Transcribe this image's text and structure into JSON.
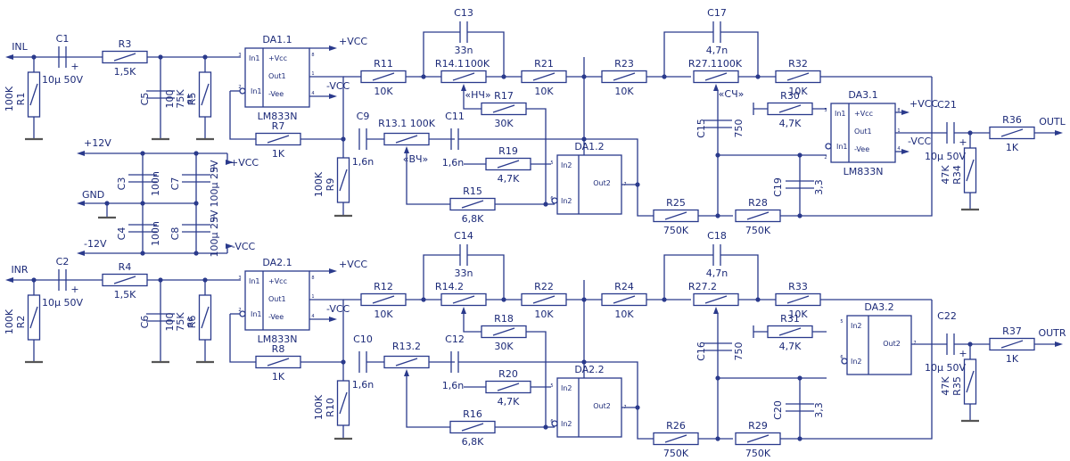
{
  "signals": {
    "inl": "INL",
    "inr": "INR",
    "outl": "OUTL",
    "outr": "OUTR",
    "p12": "+12V",
    "m12": "-12V",
    "gnd": "GND",
    "pvcc": "+VCC",
    "mvcc": "-VCC"
  },
  "ic_pins": {
    "in1": "In1",
    "in2": "In2",
    "vcc": "+Vcc",
    "vee": "-Vee",
    "out1": "Out1",
    "out2": "Out2"
  },
  "ics": {
    "da11": "DA1.1",
    "da21": "DA2.1",
    "da12": "DA1.2",
    "da22": "DA2.2",
    "da31": "DA3.1",
    "da32": "DA3.2",
    "lm833n": "LM833N"
  },
  "res": {
    "r1": [
      "R1",
      "100K"
    ],
    "r2": [
      "R2",
      "100K"
    ],
    "r3": [
      "R3",
      "1,5K"
    ],
    "r4": [
      "R4",
      "1,5K"
    ],
    "r5": [
      "R5",
      "75K"
    ],
    "r6": [
      "R6",
      "75K"
    ],
    "r7": [
      "R7",
      "1K"
    ],
    "r8": [
      "R8",
      "1K"
    ],
    "r9": [
      "R9",
      "100K"
    ],
    "r10": [
      "R10",
      "100K"
    ],
    "r11": [
      "R11",
      "10K"
    ],
    "r12": [
      "R12",
      "10K"
    ],
    "r131": [
      "R13.1 100K",
      "«ВЧ»"
    ],
    "r132": [
      "R13.2",
      ""
    ],
    "r141": [
      "R14.1",
      "100K"
    ],
    "r142": [
      "R14.2",
      ""
    ],
    "nch": "«НЧ»",
    "r15": [
      "R15",
      "6,8K"
    ],
    "r16": [
      "R16",
      "6,8K"
    ],
    "r17": [
      "R17",
      "30K"
    ],
    "r18": [
      "R18",
      "30K"
    ],
    "r19": [
      "R19",
      "4,7K"
    ],
    "r20": [
      "R20",
      "4,7K"
    ],
    "r21": [
      "R21",
      "10K"
    ],
    "r22": [
      "R22",
      "10K"
    ],
    "r23": [
      "R23",
      "10K"
    ],
    "r24": [
      "R24",
      "10K"
    ],
    "r25": [
      "R25",
      "750K"
    ],
    "r26": [
      "R26",
      "750K"
    ],
    "r271": [
      "R27.1",
      "100K"
    ],
    "r272": [
      "R27.2",
      ""
    ],
    "sch": "«СЧ»",
    "r28": [
      "R28",
      "750K"
    ],
    "r29": [
      "R29",
      "750K"
    ],
    "r30": [
      "R30",
      "4,7K"
    ],
    "r31": [
      "R31",
      "4,7K"
    ],
    "r32": [
      "R32",
      "10K"
    ],
    "r33": [
      "R33",
      "10K"
    ],
    "r34": [
      "R34",
      "47K"
    ],
    "r35": [
      "R35",
      "47K"
    ],
    "r36": [
      "R36",
      "1K"
    ],
    "r37": [
      "R37",
      "1K"
    ]
  },
  "caps": {
    "c1": [
      "C1",
      "10µ 50V"
    ],
    "c2": [
      "C2",
      "10µ 50V"
    ],
    "c3": [
      "C3",
      "100n"
    ],
    "c4": [
      "C4",
      "100n"
    ],
    "c5": [
      "C5",
      "100"
    ],
    "c6": [
      "C6",
      "100"
    ],
    "c7": [
      "C7",
      "100µ 25V"
    ],
    "c8": [
      "C8",
      "100µ 25V"
    ],
    "c9": [
      "C9",
      "1,6n"
    ],
    "c10": [
      "C10",
      "1,6n"
    ],
    "c11": [
      "C11",
      "1,6n"
    ],
    "c12": [
      "C12",
      "1,6n"
    ],
    "c13": [
      "C13",
      "33n"
    ],
    "c14": [
      "C14",
      "33n"
    ],
    "c15": [
      "C15",
      "750"
    ],
    "c16": [
      "C16",
      "750"
    ],
    "c17": [
      "C17",
      "4,7n"
    ],
    "c18": [
      "C18",
      "4,7n"
    ],
    "c19": [
      "C19",
      "3,3"
    ],
    "c20": [
      "C20",
      "3,3"
    ],
    "c21": [
      "C21",
      "10µ 50V"
    ],
    "c22": [
      "C22",
      "10µ 50V"
    ]
  },
  "pins": {
    "n1": "1",
    "n2": "2",
    "n3": "3",
    "n4": "4",
    "n5": "5",
    "n6": "6",
    "n7": "7",
    "n8": "8"
  },
  "colors": {
    "ink": "#2a3a8c",
    "text": "#1c2a78",
    "ground": "#555555"
  }
}
